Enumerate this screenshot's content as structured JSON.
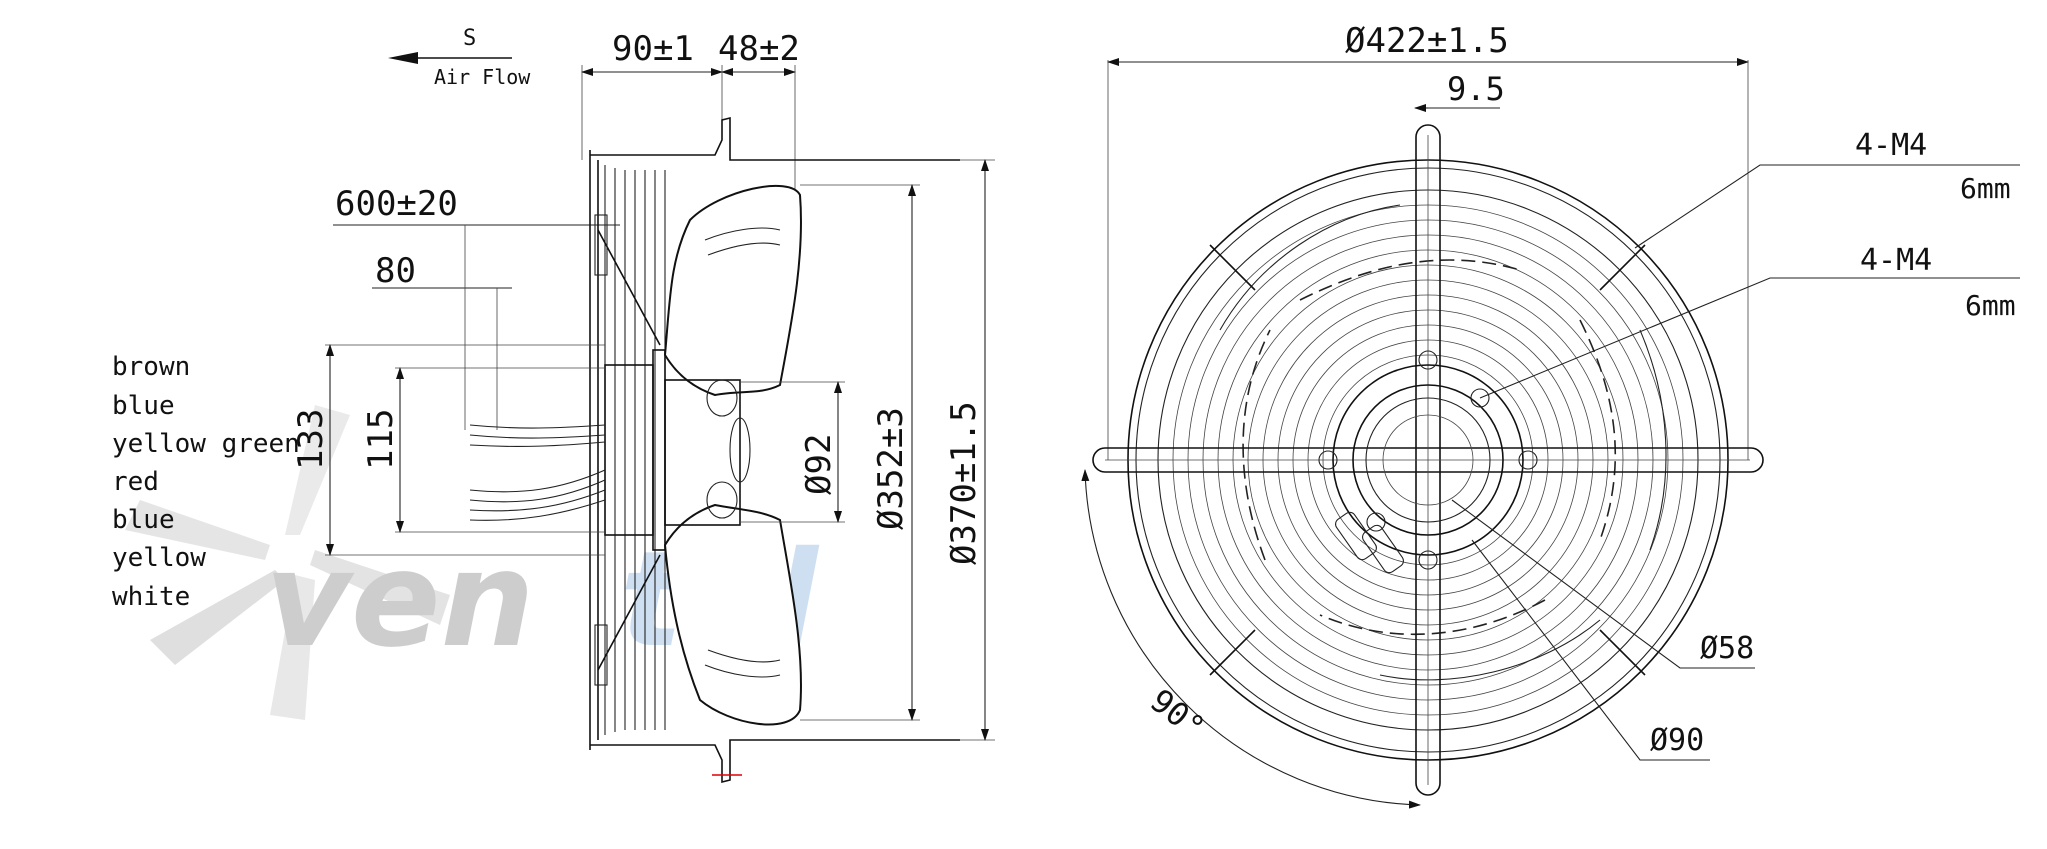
{
  "side_view": {
    "airflow_letter": "S",
    "airflow_text": "Air Flow",
    "dim_depth": "90±1",
    "dim_offset": "48±2",
    "dim_cable_length": "600±20",
    "dim_strip": "80",
    "dim_motor_133": "133",
    "dim_motor_115": "115",
    "dim_hub": "Ø92",
    "dim_blade_dia": "Ø352±3",
    "dim_guard_dia": "Ø370±1.5",
    "wires": [
      "brown",
      "blue",
      "yellow green",
      "red",
      "blue",
      "yellow",
      "white"
    ]
  },
  "front_view": {
    "dim_overall": "Ø422±1.5",
    "dim_slot": "9.5",
    "thread_1": "4-M4",
    "depth_1": "6mm",
    "thread_2": "4-M4",
    "depth_2": "6mm",
    "dim_bolt_circle_58": "Ø58",
    "dim_bolt_circle_90": "Ø90",
    "angle": "90°"
  },
  "watermark": {
    "text_gray": "ven",
    "text_blue": "tel"
  },
  "colors": {
    "line": "#111111",
    "watermark_gray": "#c8c8c8",
    "watermark_blue": "#c9dcf0",
    "marker_red": "#e00000"
  }
}
